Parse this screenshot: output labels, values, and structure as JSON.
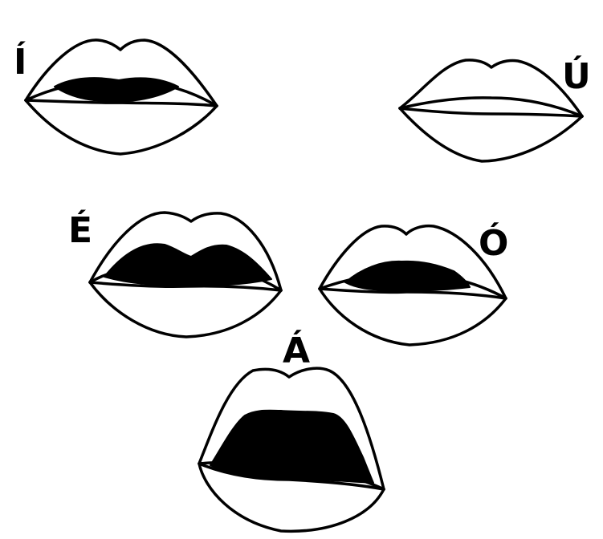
{
  "vowels": [
    {
      "id": "i",
      "label": "Í"
    },
    {
      "id": "u",
      "label": "Ú"
    },
    {
      "id": "e",
      "label": "É"
    },
    {
      "id": "o",
      "label": "Ó"
    },
    {
      "id": "a",
      "label": "Á"
    }
  ],
  "colors": {
    "background": "#ffffff",
    "ink": "#000000"
  }
}
